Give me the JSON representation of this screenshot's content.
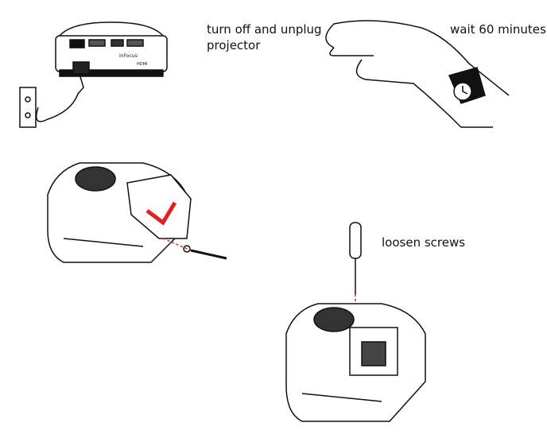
{
  "steps": {
    "unplug": {
      "text_line1": "turn off and unplug",
      "text_line2": "projector"
    },
    "wait": {
      "text": "wait 60 minutes"
    },
    "screws": {
      "text": "loosen screws"
    }
  },
  "projector_logo": "InFocus",
  "port_label": "HDMI",
  "colors": {
    "line": "#111111",
    "accent": "#e02020"
  }
}
